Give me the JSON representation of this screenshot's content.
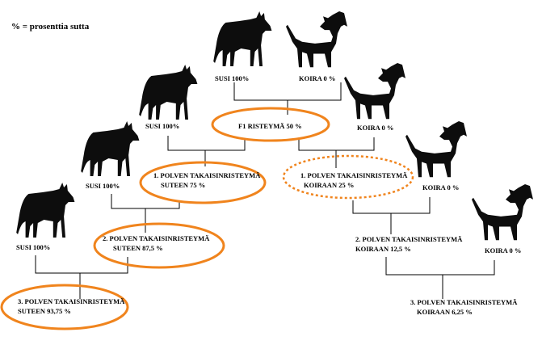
{
  "legend": "% = prosenttia sutta",
  "labels": {
    "susi_top": "SUSI 100%",
    "koira_top": "KOIRA 0 %",
    "f1": "F1 RISTEYMÄ 50 %",
    "susi_mid": "SUSI 100%",
    "koira_mid": "KOIRA 0 %",
    "susi_2": "SUSI 100%",
    "koira_2": "KOIRA 0 %",
    "susi_3": "SUSI 100%",
    "koira_3": "KOIRA 0 %",
    "left1_l1": "1. POLVEN TAKAISINRISTEYMÄ",
    "left1_l2": "SUTEEN 75 %",
    "left2_l1": "2. POLVEN TAKAISINRISTEYMÄ",
    "left2_l2": "SUTEEN 87,5 %",
    "left3_l1": "3. POLVEN TAKAISINRISTEYMÄ",
    "left3_l2": "SUTEEN 93,75 %",
    "right1_l1": "1. POLVEN TAKAISINRISTEYMÄ",
    "right1_l2": "KOIRAAN 25 %",
    "right2_l1": "2. POLVEN TAKAISINRISTEYMÄ",
    "right2_l2": "KOIRAAN 12,5 %",
    "right3_l1": "3. POLVEN TAKAISINRISTEYMÄ",
    "right3_l2": "KOIRAAN 6,25 %"
  },
  "colors": {
    "highlight": "#f0841d",
    "silhouette": "#0d0d0d"
  },
  "icons": [
    "wolf-silhouette",
    "dog-silhouette"
  ]
}
